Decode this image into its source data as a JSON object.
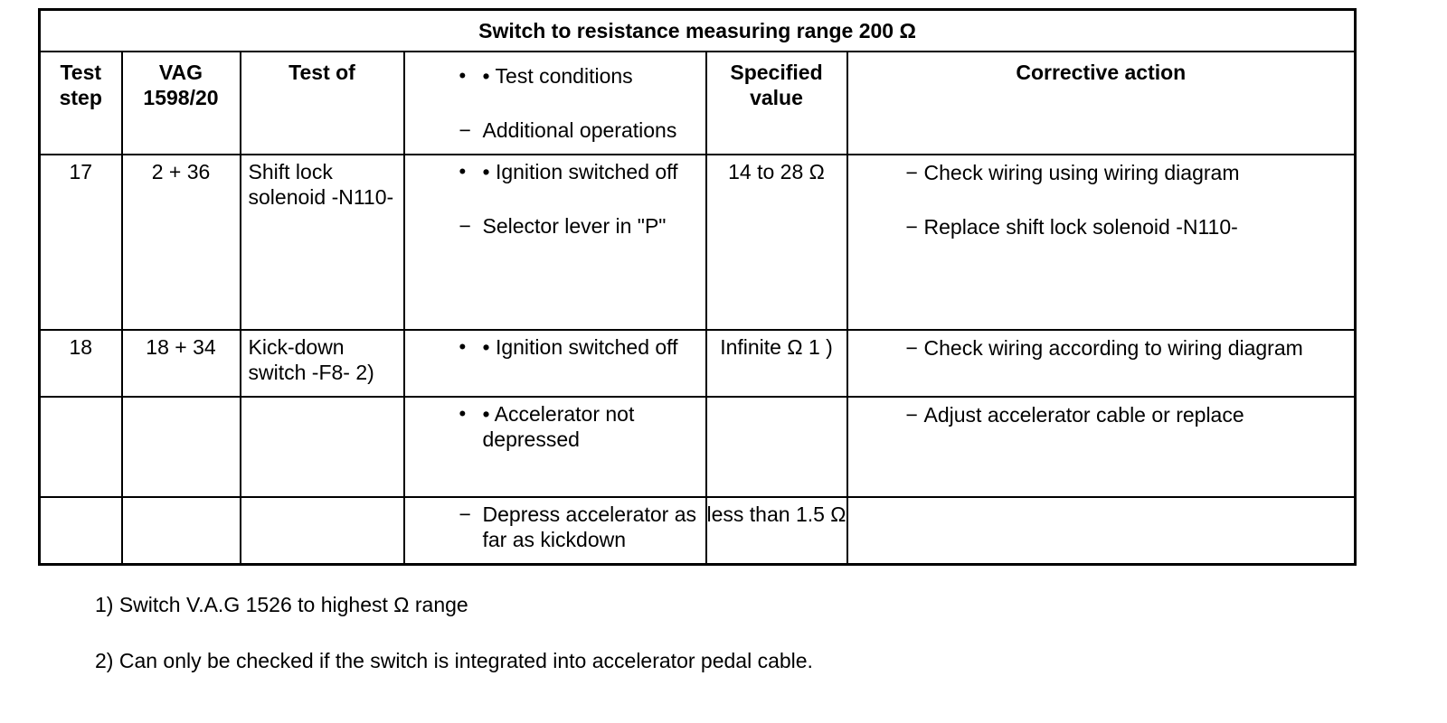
{
  "table": {
    "title": "Switch to resistance measuring range 200 Ω",
    "headers": {
      "test_step": "Test step",
      "vag": "VAG 1598/20",
      "test_of": "Test of",
      "test_conditions_bullet": "•",
      "test_conditions": "• Test conditions",
      "additional_dash": "−",
      "additional_operations": "Additional operations",
      "specified_value": "Specified value",
      "corrective_action": "Corrective action"
    },
    "rows": [
      {
        "step": "17",
        "vag": "2 + 36",
        "test_of": "Shift lock solenoid -N110-",
        "conditions": [
          {
            "mark": "•",
            "text": "• Ignition switched off"
          },
          {
            "mark": "−",
            "text": "Selector lever in \"P\""
          }
        ],
        "specified": "14 to 28 Ω",
        "actions": [
          {
            "mark": "−",
            "text": "Check wiring using wiring diagram"
          },
          {
            "mark": "−",
            "text": "Replace shift lock solenoid -N110-"
          }
        ]
      },
      {
        "step": "18",
        "vag": "18 + 34",
        "test_of": "Kick-down switch -F8- 2)",
        "conditions": [
          {
            "mark": "•",
            "text": "• Ignition switched off"
          }
        ],
        "specified": "Infinite Ω 1 )",
        "actions": [
          {
            "mark": "−",
            "text": "Check wiring according to wiring diagram"
          }
        ]
      },
      {
        "step": "",
        "vag": "",
        "test_of": "",
        "conditions": [
          {
            "mark": "•",
            "text": "• Accelerator not depressed"
          }
        ],
        "specified": "",
        "actions": [
          {
            "mark": "−",
            "text": "Adjust accelerator cable or replace"
          }
        ]
      },
      {
        "step": "",
        "vag": "",
        "test_of": "",
        "conditions": [
          {
            "mark": "−",
            "text": "Depress accelerator as far as kickdown"
          }
        ],
        "specified": "less than 1.5 Ω",
        "actions": []
      }
    ]
  },
  "footnotes": [
    "1) Switch V.A.G 1526 to highest Ω range",
    "2) Can only be checked if the switch is integrated into accelerator pedal cable."
  ]
}
